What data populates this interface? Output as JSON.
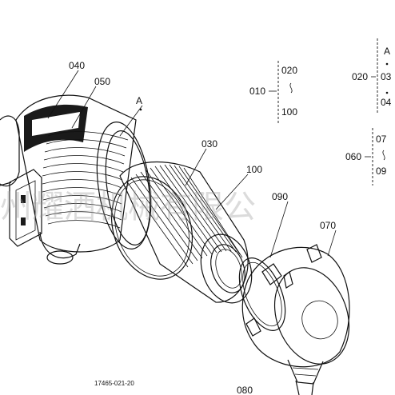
{
  "parts": {
    "p040": "040",
    "p050": "050",
    "pA": "A",
    "p030": "030",
    "p100": "100",
    "p090": "090",
    "p070": "070",
    "p080": "080"
  },
  "legend": {
    "g010": {
      "label": "010",
      "top": "020",
      "bottom": "100"
    },
    "g020": {
      "label": "020",
      "top_prefix": "A",
      "top": "03",
      "bottom": "04"
    },
    "g060": {
      "label": "060",
      "top": "07",
      "bottom": "09"
    }
  },
  "figure_id": "17465-021-20",
  "watermark": "州耀酒机械有限公"
}
